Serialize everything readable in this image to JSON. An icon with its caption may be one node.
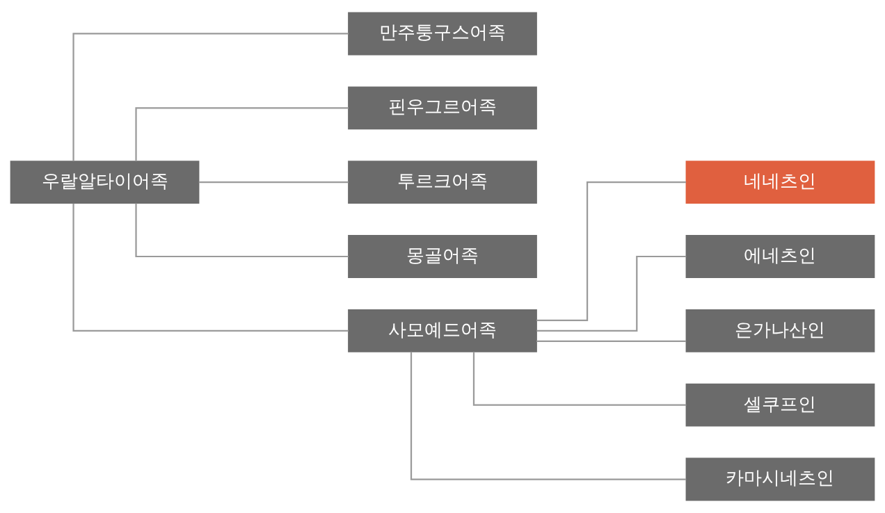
{
  "diagram": {
    "nodes": [
      {
        "text": [
          "우랄알타이어족"
        ]
      },
      {
        "text": [
          "만주퉁구스어족"
        ]
      },
      {
        "text": [
          "핀우그르어족"
        ]
      },
      {
        "text": [
          "투르크어족"
        ]
      },
      {
        "text": [
          "몽골어족"
        ]
      },
      {
        "text": [
          "사모예드어족"
        ]
      },
      {
        "text": [
          "네네츠인"
        ]
      },
      {
        "text": [
          "에네츠인"
        ]
      },
      {
        "text": [
          "은가나산인"
        ]
      },
      {
        "text": [
          "셀쿠프인"
        ]
      },
      {
        "text": [
          "카마시네츠인"
        ]
      }
    ],
    "edges": [
      {
        "from": 0,
        "to": 1,
        "arrow": "none"
      },
      {
        "from": 0,
        "to": 2,
        "arrow": "none"
      },
      {
        "from": 0,
        "to": 3,
        "arrow": "none"
      },
      {
        "from": 0,
        "to": 4,
        "arrow": "none"
      },
      {
        "from": 0,
        "to": 5,
        "arrow": "none"
      },
      {
        "from": 5,
        "to": 6,
        "arrow": "none"
      },
      {
        "from": 5,
        "to": 7,
        "arrow": "none"
      },
      {
        "from": 5,
        "to": 8,
        "arrow": "none"
      },
      {
        "from": 5,
        "to": 9,
        "arrow": "none"
      },
      {
        "from": 5,
        "to": 10,
        "arrow": "none"
      }
    ]
  }
}
